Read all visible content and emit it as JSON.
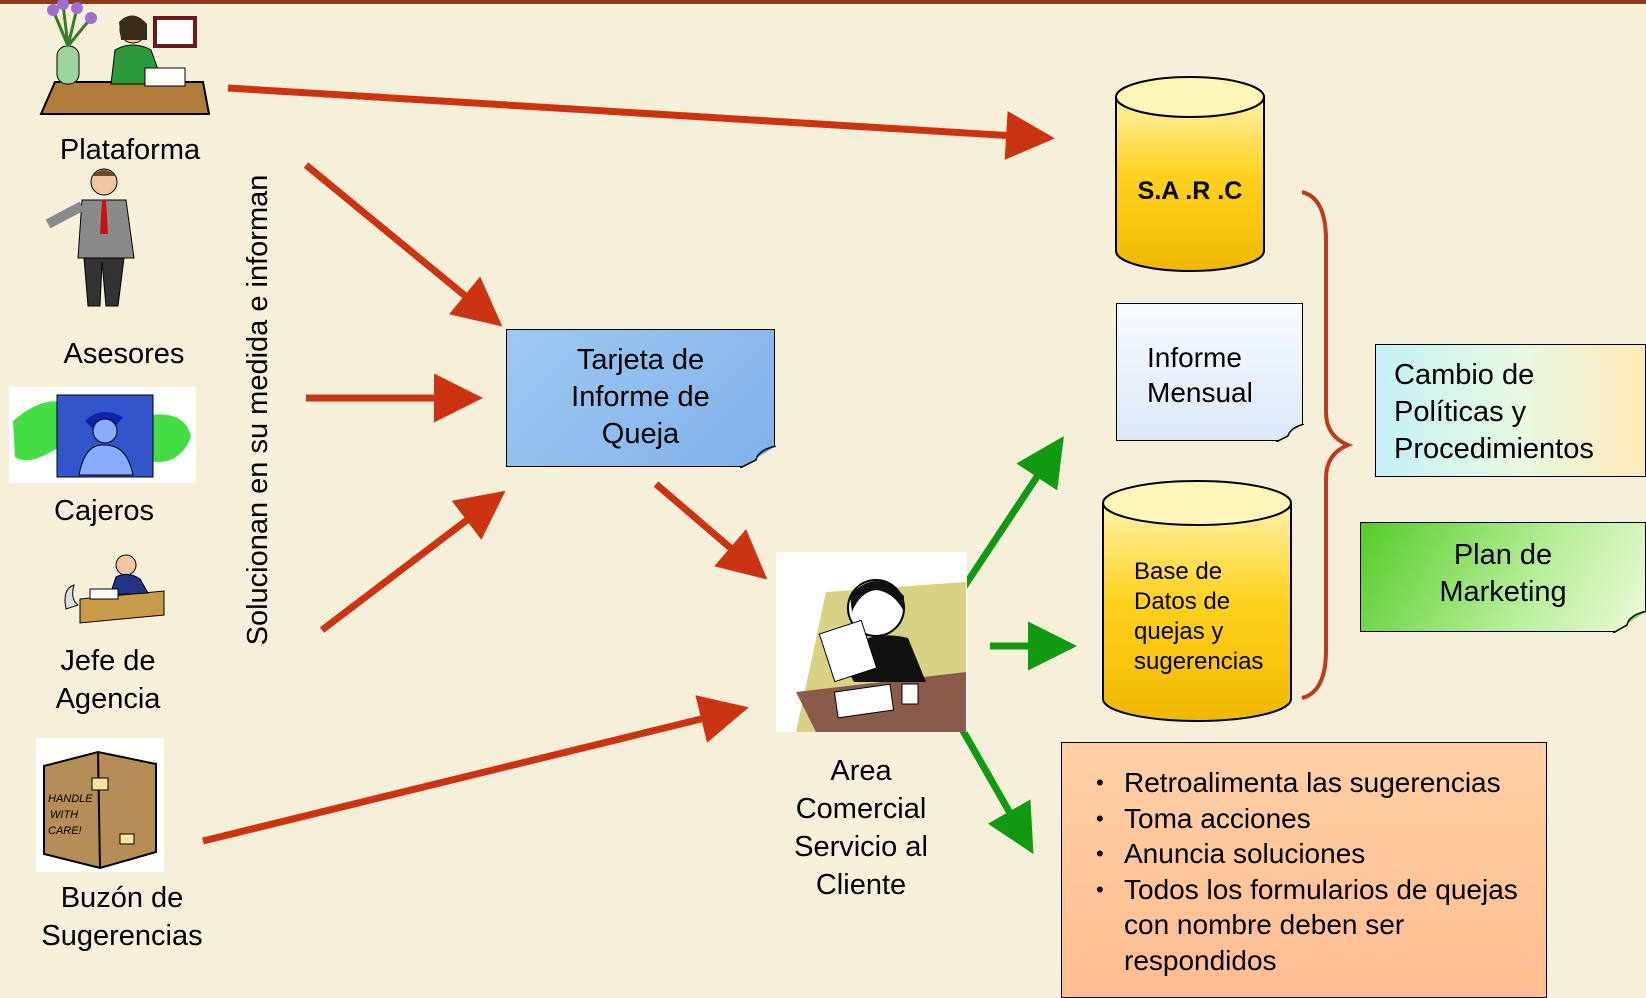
{
  "sources": {
    "plataforma": "Plataforma",
    "asesores": "Asesores",
    "cajeros": "Cajeros",
    "jefe": "Jefe de\nAgencia",
    "buzon": "Buzón de\nSugerencias"
  },
  "side_text": "Solucionan en su medida e informan",
  "tarjeta": "Tarjeta de\nInforme de\nQueja",
  "area": "Area\nComercial\nServicio al\nCliente",
  "sarc": "S.A .R .C",
  "informe_mensual": "Informe\nMensual",
  "base_datos": "Base de\nDatos de\nquejas y\nsugerencias",
  "cambio": "Cambio de\nPolíticas y\nProcedimientos",
  "plan": "Plan de\nMarketing",
  "actions": [
    "Retroalimenta las sugerencias",
    "Toma acciones",
    "Anuncia soluciones",
    "Todos los formularios de quejas con nombre deben ser respondidos"
  ],
  "box_text": "HANDLE\nWITH\nCARE!",
  "colors": {
    "background": "#f6f0db",
    "red_arrow": "#cc3311",
    "green_arrow": "#119911",
    "cylinder": "#ffd21f",
    "tarjeta": "#8fbff0",
    "bullet_box": "#ffc49a",
    "plan": "#7ddc5c",
    "cambio": "#c8f4f0",
    "brace": "#c0391b"
  }
}
